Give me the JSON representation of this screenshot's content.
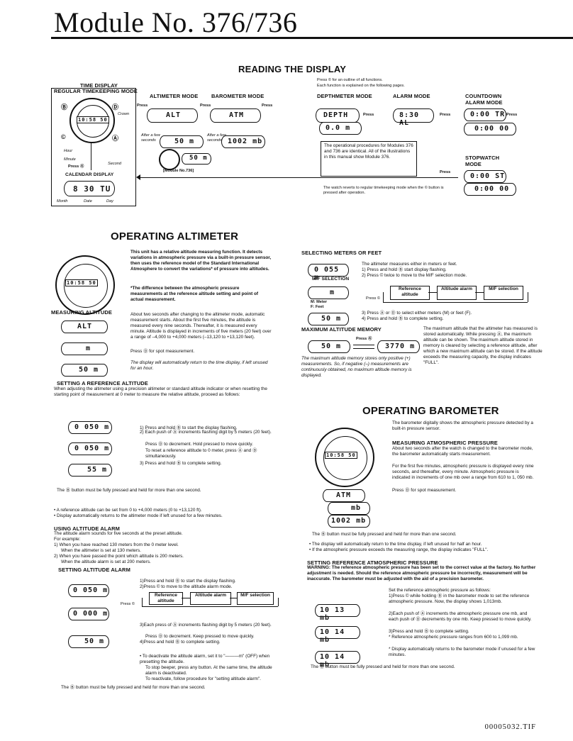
{
  "title": "Module No. 376/736",
  "reading": {
    "heading": "READING THE DISPLAY",
    "note_top_1": "Press © for an outline of all functions.",
    "note_top_2": "Each function is explained on the following pages.",
    "time_display": "TIME DISPLAY",
    "regular_mode": "REGULAR TIMEKEEPING MODE",
    "crown": "Crown",
    "hour": "Hour",
    "minute": "Minute",
    "second": "Second",
    "press_a": "Press Ⓐ",
    "calendar_display": "CALENDAR DISPLAY",
    "calendar_lcd": "8 30 TU",
    "month": "Month",
    "date": "Date",
    "day": "Day",
    "watch_lcd": "10:58 50",
    "altimeter_mode": "ALTIMETER MODE",
    "barometer_mode": "BAROMETER MODE",
    "depth_mode": "DEPTHMETER MODE",
    "alarm_mode": "ALARM MODE",
    "countdown_mode": "COUNTDOWN ALARM MODE",
    "stopwatch_mode": "STOPWATCH MODE",
    "alt_lcd": "ALT",
    "alt_lcd2": "50 m",
    "atm_lcd": "ATM",
    "atm_lcd2": "1002 mb",
    "depth_lcd": "DEPTH",
    "depth_lcd2": "0.0 m",
    "alarm_lcd": "8:30 AL",
    "countdown_lcd": "0:00 TR",
    "countdown_lcd2": "0:00 00",
    "stopwatch_lcd": "0:00 ST",
    "stopwatch_lcd2": "0:00 00",
    "press": "Press",
    "after_few": "After a few seconds",
    "module736": "[Module No.736]",
    "module_lcd": "50 m",
    "operational_note": "The operational procedures for Modules 376 and 736 are identical. All of the illustrations in this manual show Module 376.",
    "revert_note": "The watch reverts to regular timekeeping mode when the © button is pressed after operation."
  },
  "altimeter": {
    "heading": "OPERATING ALTIMETER",
    "intro_bold": "This unit has a relative altitude measuring function. It detects variations in atmospheric pressure via a built-in pressure sensor, then uses the reference model of the Standard International Atmosphere to convert the variations* of pressure into altitudes.",
    "note_bold": "*The difference between the atmospheric pressure measurements at the reference altitude setting and point of actual measurement.",
    "measuring_label": "MEASURING ALTITUDE",
    "measure_text": "About two seconds after changing to the altimeter mode, automatic measurement starts. About the first five minutes, the altitude is measured every nine seconds. Thereafter, it is measured every minute. Altitude is displayed in increments of five meters (20 feet) over a range of –4,000 to +4,000 meters (–13,120 to +13,120 feet).",
    "press_spot": "Press Ⓓ for spot measurement.",
    "auto_return": "The display will automatically return to the time display, if left unused for an hour.",
    "lcd1": "ALT",
    "lcd2": "m",
    "lcd3": "50 m",
    "set_ref_heading": "SETTING A REFERENCE ALTITUDE",
    "set_ref_text": "When adjusting the altimeter using a precision altimeter or standard altitude indicator or when resetting the starting point of measurement at 0 meter to measure the relative altitude, proceed as follows:",
    "ref_lcd1": "0 050 m",
    "ref_lcd2": "0 050 m",
    "ref_lcd3": "55 m",
    "ref_step1": "1) Press and hold Ⓑ to start the display flashing.",
    "ref_step2a": "2) Each push of Ⓐ increments flashing digit by 5 meters (20 feet).",
    "ref_step2b": "Press Ⓓ to decrement. Hold pressed to move quickly.",
    "ref_step2c": "To reset a reference altitude to 0 meter, press Ⓐ and Ⓓ simultaneously.",
    "ref_step3": "3) Press and hold Ⓑ to complete setting.",
    "ref_button_note": "The Ⓑ button must be fully pressed and held for more than one second.",
    "bullet1": "• A reference altitude can be set from 0 to +4,000 meters (0 to +13,120 ft).",
    "bullet2": "• Display automatically returns to the altimeter mode if left unused for a few minutes.",
    "alarm_heading": "USING ALTITUDE ALARM",
    "alarm_text1": "The altitude alarm sounds for five seconds at the preset altitude.",
    "alarm_text2": "For example:",
    "alarm_text3": "1) When you have reached 130 meters from the 0 meter level.",
    "alarm_text4": "When the altimeter is set at 130 meters.",
    "alarm_text5": "2) When you have passed the point which altitude is 200 meters.",
    "alarm_text6": "When the altitude alarm is set at 200 meters.",
    "set_alarm_heading": "SETTING ALTITUDE ALARM",
    "alarm_lcd1": "0 050 m",
    "alarm_lcd2": "0 000 m",
    "alarm_lcd3": "50 m",
    "alarm_step1": "1)Press and hold Ⓑ to start the display flashing.",
    "alarm_step2": "2)Press © to move to the altitude alarm mode.",
    "flow_ref": "Reference altitude",
    "flow_alarm": "Altitude alarm",
    "flow_mf": "M/F selection",
    "press_c": "Press ©",
    "alarm_step3a": "3)Each press of Ⓐ increments flashing digit by 5 meters (20 feet).",
    "alarm_step3b": "Press Ⓓ to decrement. Keep pressed to move quickly.",
    "alarm_step4": "4)Press and hold Ⓑ to complete setting.",
    "deactivate1": "• To deactivate the altitude alarm, set it to \"———m\" (OFF) when presetting the altitude.",
    "deactivate2": "To stop beeper, press any button. At the same time, the altitude alarm is deactivated.",
    "deactivate3": "To reactivate, follow procedure for \"setting altitude alarm\".",
    "alarm_button_note": "The Ⓑ button must be fully pressed and held for more than one second."
  },
  "meters": {
    "heading": "SELECTING METERS OR FEET",
    "lcd1": "0 055 m",
    "mf_label": "M/F SELECTION",
    "lcd2": "m",
    "mf_meter": "M: Meter",
    "mf_feet": "F: Feet",
    "text1": "The altimeter measures either in meters or feet.",
    "text2": "1) Press and hold Ⓑ start display flashing.",
    "text3": "2) Press © twice to move to the M/F selection mode.",
    "flow_ref": "Reference altitude",
    "flow_alarm": "Altitude alarm",
    "flow_mf": "M/F selection",
    "press_c": "Press ©",
    "text4": "3) Press Ⓐ or Ⓓ to select either meters (M) or feet (F).",
    "text5": "4) Press and hold Ⓑ to complete setting.",
    "lcd3": "50 m",
    "max_heading": "MAXIMUM ALTITUDE MEMORY",
    "max_lcd1": "50 m",
    "max_lcd2": "3770 m",
    "press_a": "Press Ⓐ",
    "max_italic": "The maximum altitude memory stores only positive (+) measurements. So, if negative (–) measurements are continuously obtained, no maximum altitude memory is displayed.",
    "max_text": "The maximum altitude that the altimeter has measured is stored automatically. While pressing Ⓐ, the maximum altitude can be shown. The maximum altitude stored in memory is cleared by selecting a reference altitude, after which a new maximum altitude can be stored. If the altitude exceeds the measuring capacity, the display indicates \"FULL\"."
  },
  "barometer": {
    "heading": "OPERATING BAROMETER",
    "intro": "The barometer digitally shows the atmospheric pressure detected by a built-in pressure sensor.",
    "measure_heading": "MEASURING ATMOSPHERIC PRESSURE",
    "measure_text1": "About two seconds after the watch is changed to the barometer mode, the barometer automatically starts measurement.",
    "measure_text2": "For the first five minutes, atmospheric pressure is displayed every nine seconds, and thereafter, every minute. Atmospheric pressure is indicated in increments of one mb over a range from 610 to 1, 050 mb.",
    "press_spot": "Press Ⓓ for spot measurement.",
    "lcd1": "ATM",
    "lcd2": "mb",
    "lcd3": "1002 mb",
    "button_note": "The Ⓑ button must be fully pressed and held for more than one second.",
    "bullet1": "• The display will automatically return to the time display, if left unused for half an hour.",
    "bullet2": "• If the atmospheric pressure exceeds the measuring range, the display indicates \"FULL\".",
    "set_heading": "SETTING REFERENCE ATMOSPHERIC PRESSURE",
    "warning": "WARNING: The reference atmospheric pressure has been set to the correct value at the factory. No further adjustment is needed. Should the reference atmospheric pressure be incorrectly, measurement will be inaccurate. The barometer must be adjusted with the aid of a precision barometer.",
    "set_text0": "Set the reference atmospheric pressure as follows:",
    "set_text1": "1)Press © while holding Ⓑ in the barometer mode to set the reference atmospheric pressure. Now, the display shows 1,013mb.",
    "set_text2": "2)Each push of Ⓐ increments the atmospheric pressure one mb, and each push of Ⓓ decrements by one mb. Keep pressed to move quickly.",
    "set_text3": "3)Press and hold Ⓑ to complete setting.",
    "set_bullet1": "* Reference atmospheric pressure ranges from 600 to 1,099 mb.",
    "set_bullet2": "* Display automatically returns to the barometer mode if unused for a few minutes.",
    "set_lcd1": "10 13 mb",
    "set_lcd2": "10 14 mb",
    "set_lcd3": "10 14 mb",
    "set_button_note": "The Ⓑ button must be fully pressed and held for more than one second."
  },
  "footer": "00005032.TIF"
}
